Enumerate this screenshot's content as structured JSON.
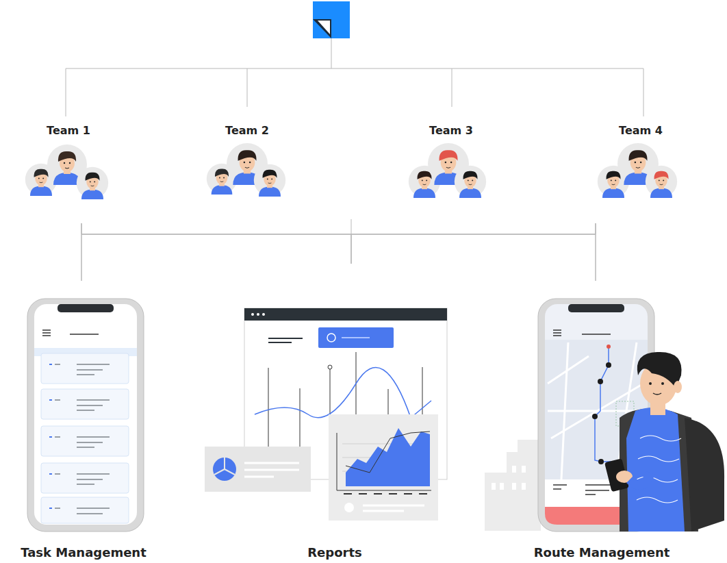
{
  "diagram": {
    "nodes": [
      {
        "text": [
          "Team 1"
        ]
      },
      {
        "text": [
          "Team 2"
        ]
      },
      {
        "text": [
          "Team 3"
        ]
      },
      {
        "text": [
          "Team 4"
        ]
      },
      {
        "text": [
          "Task Management"
        ]
      },
      {
        "text": [
          "Reports"
        ]
      },
      {
        "text": [
          "Route Management"
        ]
      }
    ],
    "edges": [
      {
        "from": 0,
        "to": 4,
        "arrow": "none"
      },
      {
        "from": 0,
        "to": 5,
        "arrow": "none"
      },
      {
        "from": 0,
        "to": 6,
        "arrow": "none"
      },
      {
        "from": 3,
        "to": 4,
        "arrow": "none"
      },
      {
        "from": 3,
        "to": 5,
        "arrow": "none"
      },
      {
        "from": 3,
        "to": 6,
        "arrow": "none"
      }
    ]
  }
}
